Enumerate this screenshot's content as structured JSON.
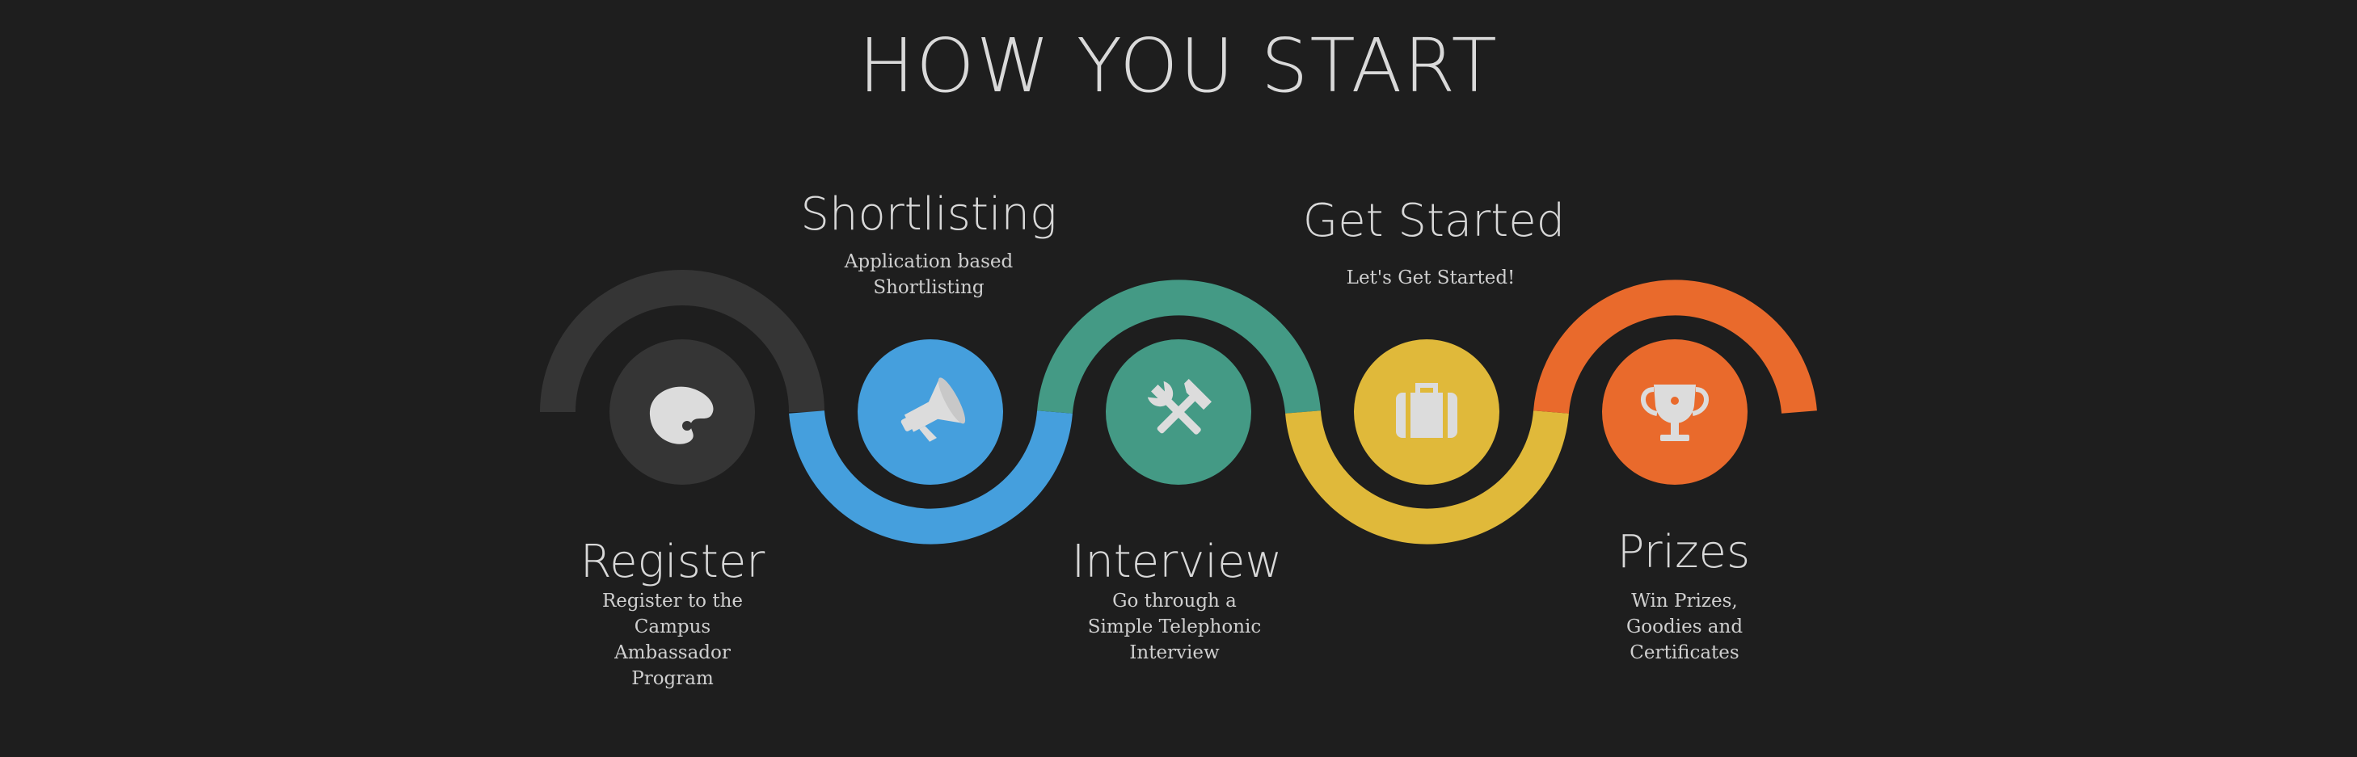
{
  "title": "HOW YOU START",
  "steps": [
    {
      "id": "register",
      "title": "Register",
      "description": [
        "Register to the",
        "Campus",
        "Ambassador",
        "Program"
      ],
      "icon": "palette-icon",
      "color": "#353535"
    },
    {
      "id": "shortlisting",
      "title": "Shortlisting",
      "description": [
        "Application based",
        "Shortlisting"
      ],
      "icon": "megaphone-icon",
      "color": "#459fdd"
    },
    {
      "id": "interview",
      "title": "Interview",
      "description": [
        "Go through a",
        "Simple Telephonic",
        "Interview"
      ],
      "icon": "tools-icon",
      "color": "#449a85"
    },
    {
      "id": "get-started",
      "title": "Get Started",
      "description": [
        "Let's Get Started!"
      ],
      "icon": "briefcase-icon",
      "color": "#e0b93a"
    },
    {
      "id": "prizes",
      "title": "Prizes",
      "description": [
        "Win Prizes,",
        "Goodies and",
        "Certificates"
      ],
      "icon": "trophy-icon",
      "color": "#e96a2c"
    }
  ],
  "icon_fill": "#dcdcdc"
}
